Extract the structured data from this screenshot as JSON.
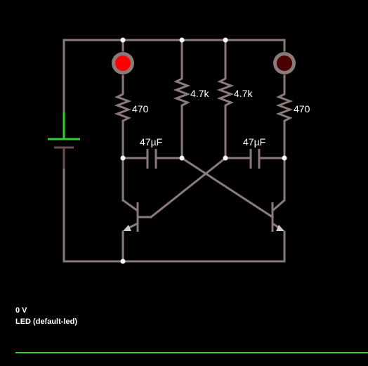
{
  "circuit": {
    "components": {
      "battery": {
        "type": "battery",
        "label": ""
      },
      "led_left": {
        "type": "led",
        "state": "on",
        "color": "#ff0000"
      },
      "led_right": {
        "type": "led",
        "state": "off",
        "color": "#4a0000"
      },
      "r_left_collector": {
        "label": "470"
      },
      "r_left_base": {
        "label": "4.7k"
      },
      "r_right_base": {
        "label": "4.7k"
      },
      "r_right_collector": {
        "label": "470"
      },
      "c_left": {
        "label": "47µF"
      },
      "c_right": {
        "label": "47µF"
      },
      "q_left": {
        "type": "pnp-transistor"
      },
      "q_right": {
        "type": "pnp-transistor"
      }
    },
    "colors": {
      "wire": "#8a7a7a",
      "node": "#ffffff",
      "battery_positive": "#33cc33",
      "scope_trace": "#33cc33",
      "background": "#000000"
    }
  },
  "scope": {
    "value": "0 V",
    "label": "LED (default-led)"
  }
}
